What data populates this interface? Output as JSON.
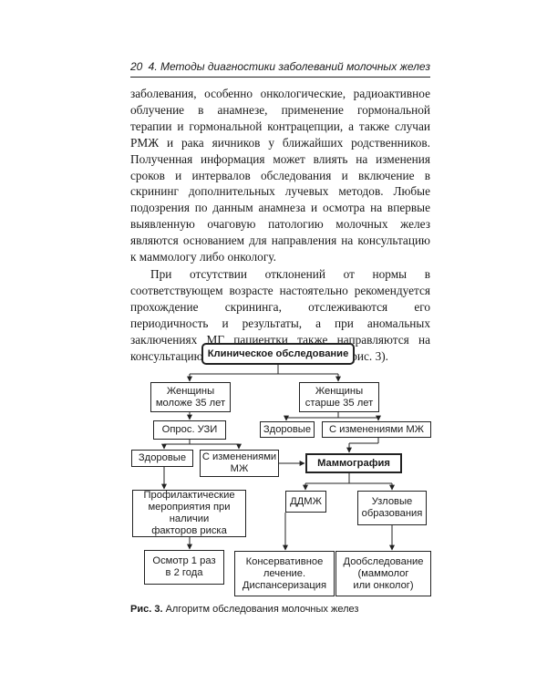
{
  "header": {
    "page_number": "20",
    "title": "4. Методы диагностики заболеваний молочных желез"
  },
  "body": {
    "paragraph1": "заболевания, особенно онкологические, радиоактивное облучение в анамнезе, применение гормональной терапии и гормональной контрацепции, а также случаи РМЖ и рака яичников у ближайших родственников. Полученная информация может влиять на изменения сроков и интервалов обследования и включение в скрининг дополнительных лучевых методов. Любые подозрения по данным анамнеза и осмотра на впервые выявленную очаговую патологию молочных желез являются основанием для направления на консультацию к маммологу либо онкологу.",
    "paragraph2": "При отсутствии отклонений от нормы в соответствующем возрасте настоятельно рекомендуется прохождение скрининга, отслеживаются его периодичность и результаты, а при аномальных заключениях МГ пациентки также направляются на консультацию к маммологу или онкологу (рис. 3)."
  },
  "flowchart": {
    "clinical_exam": "Клиническое обследование",
    "women_under_35": "Женщины\nмоложе 35 лет",
    "women_over_35": "Женщины\nстарше 35 лет",
    "survey_us": "Опрос. УЗИ",
    "healthy_right": "Здоровые",
    "changes_right": "С изменениями МЖ",
    "healthy_left": "Здоровые",
    "changes_left": "С изменениями\nМЖ",
    "mammography": "Маммография",
    "prevention": "Профилактические\nмероприятия при наличии\nфакторов риска",
    "ddmzh": "ДДМЖ",
    "nodules": "Узловые\nобразования",
    "exam_every_2y": "Осмотр 1 раз\nв 2 года",
    "conservative": "Консервативное\nлечение.\nДиспансеризация",
    "additional_exam": "Дообследование\n(маммолог\nили онколог)"
  },
  "caption": {
    "label": "Рис. 3.",
    "text": "Алгоритм обследования молочных желез"
  }
}
